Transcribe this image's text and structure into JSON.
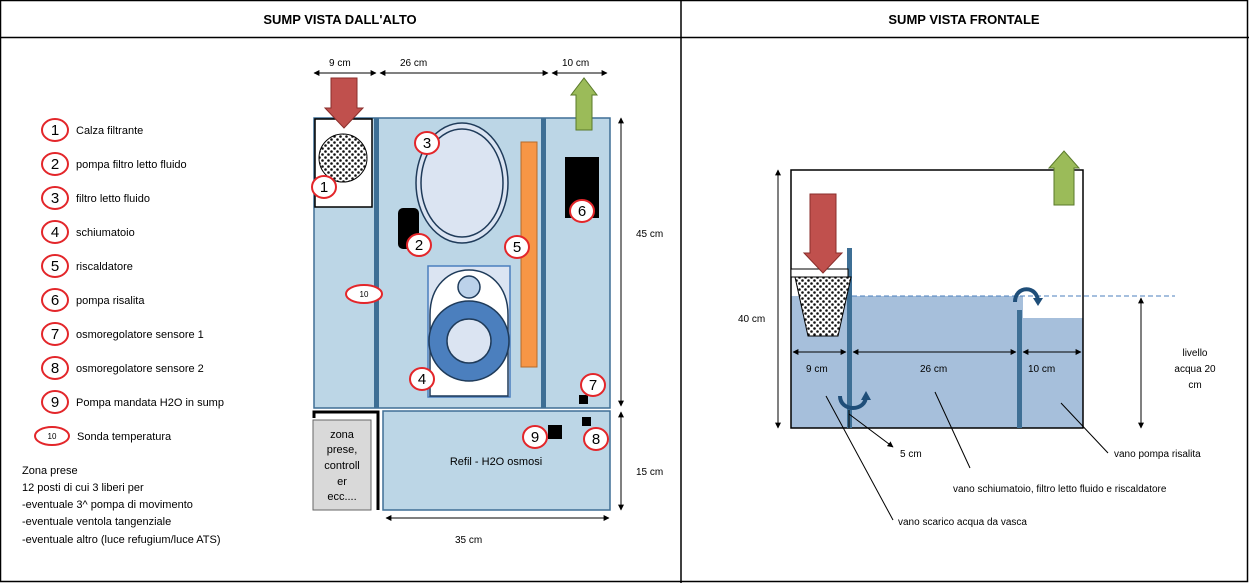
{
  "headers": {
    "top_view": "SUMP VISTA DALL'ALTO",
    "front_view": "SUMP VISTA FRONTALE"
  },
  "legend": [
    {
      "num": "1",
      "label": "Calza filtrante"
    },
    {
      "num": "2",
      "label": "pompa filtro letto fluido"
    },
    {
      "num": "3",
      "label": "filtro letto fluido"
    },
    {
      "num": "4",
      "label": "schiumatoio"
    },
    {
      "num": "5",
      "label": "riscaldatore"
    },
    {
      "num": "6",
      "label": "pompa risalita"
    },
    {
      "num": "7",
      "label": "osmoregolatore sensore 1"
    },
    {
      "num": "8",
      "label": "osmoregolatore sensore 2"
    },
    {
      "num": "9",
      "label": "Pompa mandata H2O in sump"
    },
    {
      "num": "10",
      "label": "Sonda temperatura"
    }
  ],
  "zona_prese": [
    "Zona prese",
    "12 posti di cui 3 liberi per",
    "-eventuale 3^ pompa di movimento",
    "-eventuale ventola tangenziale",
    "-eventuale altro (luce refugium/luce ATS)"
  ],
  "top_view": {
    "dims": {
      "w1": "9 cm",
      "w2": "26 cm",
      "w3": "10 cm",
      "h1": "45 cm",
      "h2": "15 cm",
      "total": "35 cm"
    },
    "zone_box": [
      "zona",
      "prese,",
      "controll",
      "er",
      "ecc...."
    ],
    "refill": "Refil - H2O osmosi"
  },
  "front_view": {
    "height": "40 cm",
    "w1": "9 cm",
    "w2": "26 cm",
    "w3": "10 cm",
    "gap": "5 cm",
    "level": [
      "livello",
      "acqua 20",
      "cm"
    ],
    "ann_risalita": "vano pompa risalita",
    "ann_schiumatoio": "vano schiumatoio, filtro letto fluido e riscaldatore",
    "ann_scarico": "vano scarico acqua da vasca"
  },
  "colors": {
    "water": "#bcd6e6",
    "water_front": "#a6bfdb",
    "divider": "#3e6f95",
    "heater": "#f79646",
    "inlet_arrow": "#c0504d",
    "outlet_arrow": "#9bbb59",
    "badge_stroke": "#e3262a",
    "skimmer_blue": "#4b7fbe"
  }
}
